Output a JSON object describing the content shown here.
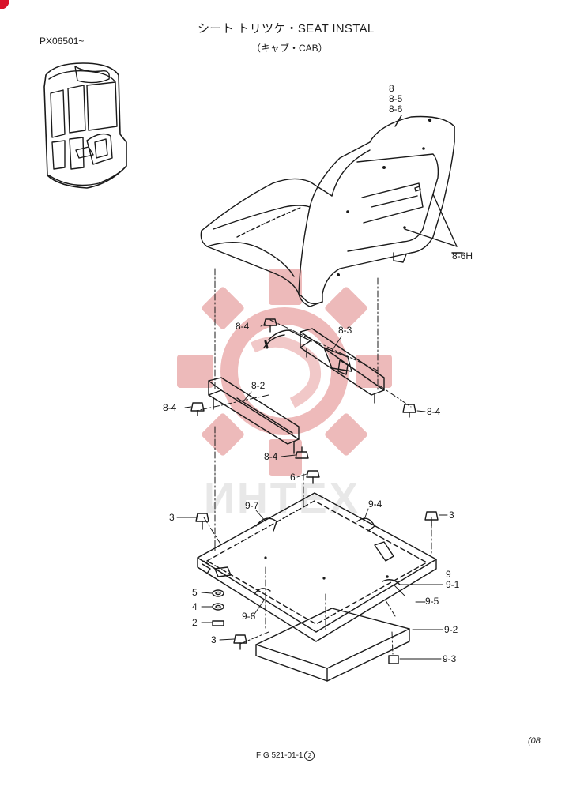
{
  "document": {
    "title": "シート トリツケ・SEAT INSTAL",
    "subtitle": "（キャブ・CAB）",
    "serial_range": "PX06501~",
    "page_code": "(08",
    "figure_label": "FIG 521-01-1",
    "figure_variant": "2"
  },
  "watermark": {
    "text": "ИНТЕХ",
    "color": "#e8a0a0"
  },
  "callouts": {
    "seat_assembly": "8",
    "seat_cushion": "8-5",
    "seat_back": "8-6",
    "seat_back_hole": "8-6H",
    "rail_bolt_upper": "8-4",
    "rail_right": "8-3",
    "rail_left": "8-2",
    "rail_bolt_left": "8-4",
    "rail_bolt_right": "8-4",
    "rail_bolt_lower": "8-4",
    "bolt_6": "6",
    "pad_9_7": "9-7",
    "pad_9_4": "9-4",
    "bolt_3_left": "3",
    "bolt_3_right": "3",
    "base_9": "9",
    "base_9_1": "9-1",
    "washer_5": "5",
    "washer_4": "4",
    "nut_2": "2",
    "pad_9_6": "9-6",
    "pad_9_5": "9-5",
    "mat_9_2": "9-2",
    "bolt_3_lower": "3",
    "grommet_9_3": "9-3"
  }
}
